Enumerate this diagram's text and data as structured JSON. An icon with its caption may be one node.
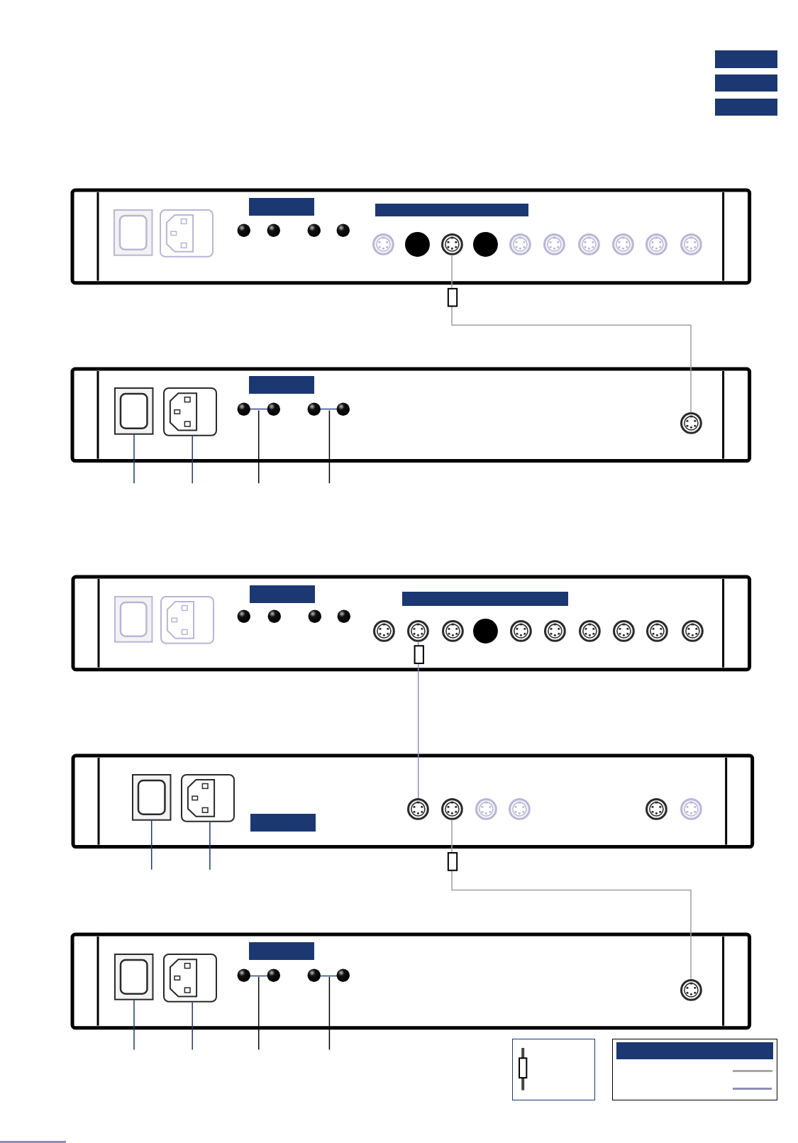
{
  "diagram": {
    "nodes": [
      {
        "text": [],
        "shape": "box"
      },
      {
        "text": [],
        "shape": "circle",
        "in": 0
      },
      {
        "text": [],
        "shape": "box"
      },
      {
        "text": [],
        "shape": "circle",
        "in": 2
      },
      {
        "text": [],
        "shape": "box",
        "in": 2
      },
      {
        "text": [],
        "shape": "box",
        "in": 2
      },
      {
        "text": [],
        "shape": "bar",
        "in": 2
      },
      {
        "text": [],
        "shape": "bar",
        "in": 2
      },
      {
        "text": [],
        "shape": "box"
      },
      {
        "text": [],
        "shape": "circle",
        "in": 8
      },
      {
        "text": [],
        "shape": "box"
      },
      {
        "text": [],
        "shape": "circle",
        "in": 10
      },
      {
        "text": [],
        "shape": "circle",
        "in": 10
      },
      {
        "text": [],
        "shape": "box",
        "in": 10
      },
      {
        "text": [],
        "shape": "box",
        "in": 10
      },
      {
        "text": [],
        "shape": "box"
      },
      {
        "text": [],
        "shape": "circle",
        "in": 15
      },
      {
        "text": [],
        "shape": "box",
        "in": 15
      },
      {
        "text": [],
        "shape": "box",
        "in": 15
      },
      {
        "text": [],
        "shape": "bar",
        "in": 15
      },
      {
        "text": [],
        "shape": "bar",
        "in": 15
      },
      {
        "text": [],
        "shape": "bar",
        "in": 0
      },
      {
        "text": [],
        "shape": "bar",
        "in": 0
      },
      {
        "text": [],
        "shape": "bar",
        "in": 2
      },
      {
        "text": [],
        "shape": "bar",
        "in": 8
      },
      {
        "text": [],
        "shape": "bar",
        "in": 8
      },
      {
        "text": [],
        "shape": "bar",
        "in": 10
      },
      {
        "text": [],
        "shape": "bar",
        "in": 15
      },
      {
        "text": [],
        "shape": "bar"
      },
      {
        "text": [],
        "shape": "bar"
      },
      {
        "text": [],
        "shape": "bar"
      }
    ],
    "edges": [
      {
        "from": 1,
        "to": 3,
        "arrow": "none",
        "color": "#a0a0a0"
      },
      {
        "from": 9,
        "to": 11,
        "arrow": "none",
        "color": "#8f8fb8"
      },
      {
        "from": 12,
        "to": 16,
        "arrow": "none",
        "color": "#a0a0a0"
      },
      {
        "from": null,
        "to": 4,
        "arrow": "none",
        "color": "#1c3872"
      },
      {
        "from": null,
        "to": 5,
        "arrow": "none",
        "color": "#1c3872"
      },
      {
        "from": null,
        "to": 6,
        "arrow": "none",
        "color": "#000000"
      },
      {
        "from": null,
        "to": 7,
        "arrow": "none",
        "color": "#000000"
      },
      {
        "from": null,
        "to": 13,
        "arrow": "none",
        "color": "#1c3872"
      },
      {
        "from": null,
        "to": 14,
        "arrow": "none",
        "color": "#1c3872"
      },
      {
        "from": null,
        "to": 17,
        "arrow": "none",
        "color": "#1c3872"
      },
      {
        "from": null,
        "to": 18,
        "arrow": "none",
        "color": "#1c3872"
      },
      {
        "from": null,
        "to": 19,
        "arrow": "none",
        "color": "#000000"
      },
      {
        "from": null,
        "to": 20,
        "arrow": "none",
        "color": "#000000"
      }
    ]
  }
}
